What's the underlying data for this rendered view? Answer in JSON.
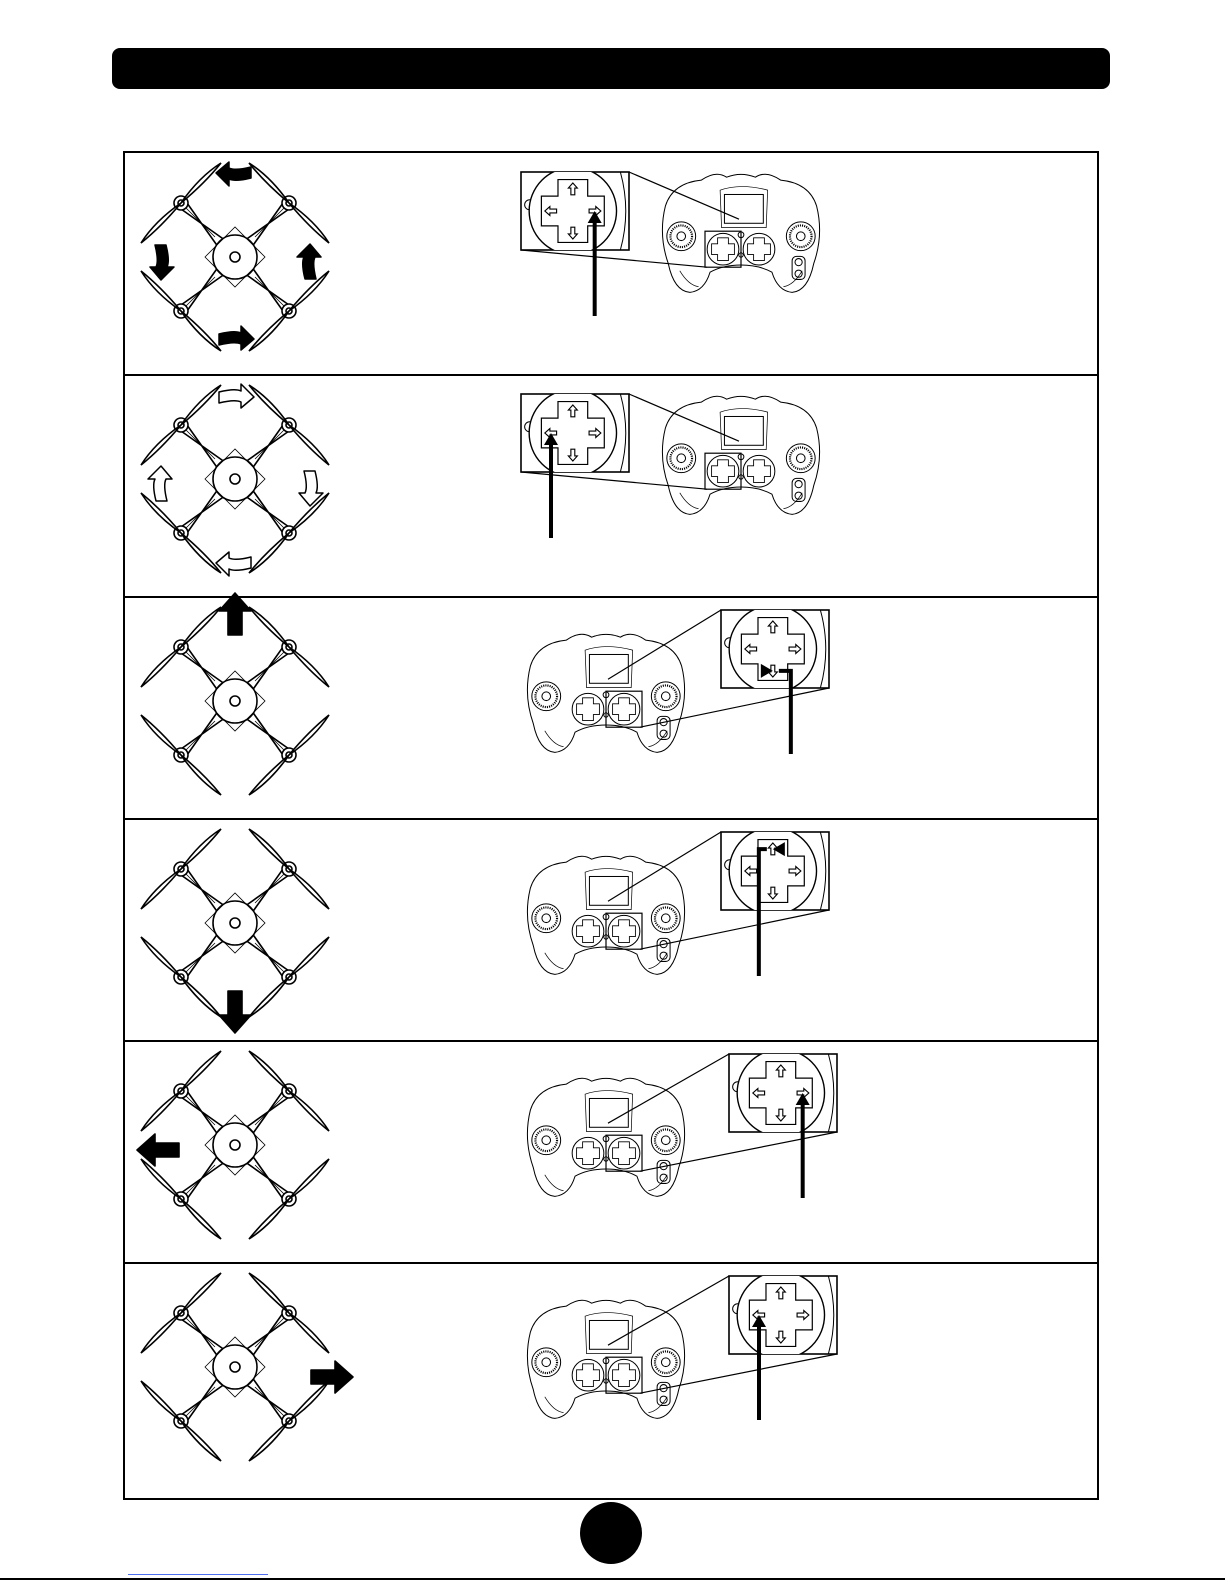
{
  "page": {
    "header_text": "",
    "page_number": ""
  },
  "rows": [
    {
      "id": "rotate-left",
      "drone_motion": "rotate-counterclockwise",
      "stick": "left-stick",
      "press": "right",
      "callout_side": "left"
    },
    {
      "id": "rotate-right",
      "drone_motion": "rotate-clockwise",
      "stick": "left-stick",
      "press": "left",
      "callout_side": "left"
    },
    {
      "id": "forward",
      "drone_motion": "forward",
      "stick": "right-stick",
      "press": "down",
      "callout_side": "right"
    },
    {
      "id": "backward",
      "drone_motion": "backward",
      "stick": "right-stick",
      "press": "up",
      "callout_side": "right"
    },
    {
      "id": "sideways-left",
      "drone_motion": "left",
      "stick": "right-stick",
      "press": "right",
      "callout_side": "right"
    },
    {
      "id": "sideways-right",
      "drone_motion": "right",
      "stick": "right-stick",
      "press": "left",
      "callout_side": "right"
    }
  ],
  "icons": [
    "drone-icon",
    "direction-arrow-icon",
    "controller-icon",
    "dpad-zoom-icon",
    "pointer-arrow-icon"
  ],
  "colors": {
    "ink": "#000000",
    "paper": "#ffffff",
    "link": "#4d6ff0"
  }
}
